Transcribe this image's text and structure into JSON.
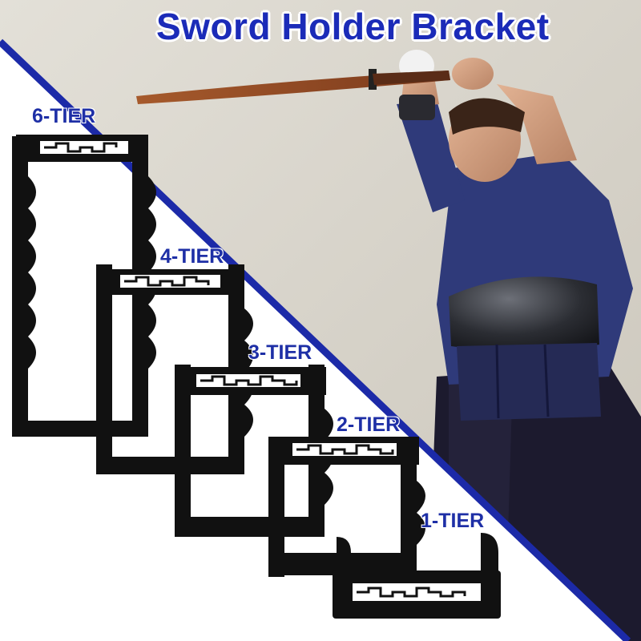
{
  "title": "Sword Holder Bracket",
  "tiers": {
    "six": "6-TIER",
    "four": "4-TIER",
    "three": "3-TIER",
    "two": "2-TIER",
    "one": "1-TIER"
  },
  "colors": {
    "title_blue": "#1b2bb8",
    "divider_blue": "#1c2aa8",
    "rack_black": "#111111",
    "backdrop": "#d8d4cb",
    "panel_white": "#ffffff"
  }
}
